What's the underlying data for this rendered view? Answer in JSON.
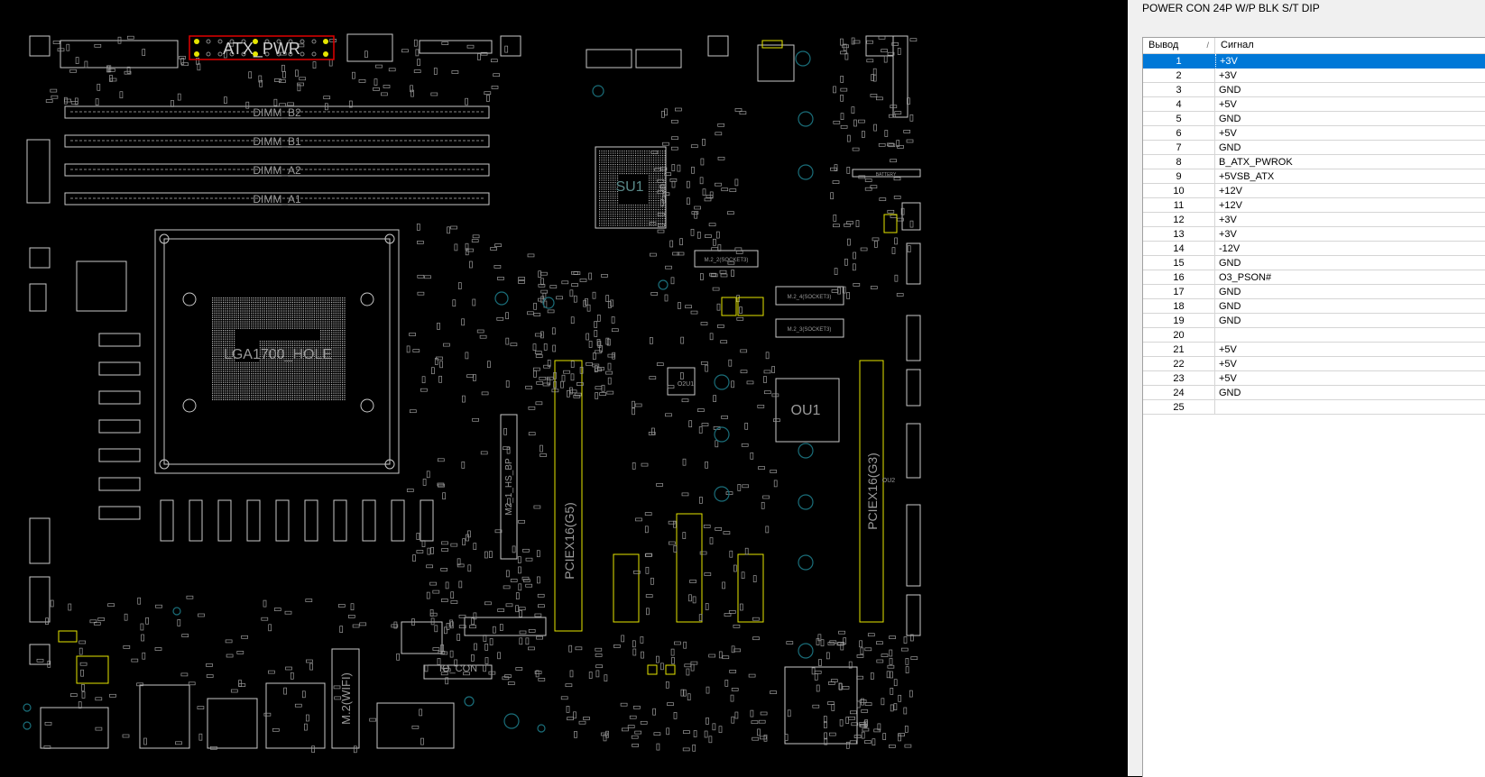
{
  "board": {
    "labels": {
      "atx_pwr": "ATX_PWR",
      "dimm_b2": "DIMM_B2",
      "dimm_b1": "DIMM_B1",
      "dimm_a2": "DIMM_A2",
      "dimm_a1": "DIMM_A1",
      "cpu_socket": "LGA1700_HOLE",
      "su1": "SU1",
      "ou1": "OU1",
      "pciex16_g5": "PCIEX16(G5)",
      "pciex16_g3": "PCIEX16(G3)",
      "m2_hs_bp": "M2_1_HS_BP",
      "m2_wifi": "M.2(WIFI)",
      "io_con": "IO_CON",
      "m2_2_socket": "M.2_2(SOCKET3)",
      "m2_4_socket": "M.2_4(SOCKET3)",
      "m2_3_socket": "M.2_3(SOCKET3)",
      "battery": "BATTERY",
      "ou2": "OU2",
      "o2u1": "O2U1"
    },
    "colors": {
      "outline": "#c8c8c8",
      "highlight": "#e00000",
      "yellow": "#e6e600",
      "via": "#1a6e7a"
    }
  },
  "panel": {
    "title": "POWER CON 24P W/P BLK S/T DIP",
    "columns": {
      "pin": "Вывод",
      "signal": "Сигнал"
    },
    "selected_pin": "1",
    "rows": [
      {
        "pin": "1",
        "signal": "+3V"
      },
      {
        "pin": "2",
        "signal": "+3V"
      },
      {
        "pin": "3",
        "signal": "GND"
      },
      {
        "pin": "4",
        "signal": "+5V"
      },
      {
        "pin": "5",
        "signal": "GND"
      },
      {
        "pin": "6",
        "signal": "+5V"
      },
      {
        "pin": "7",
        "signal": "GND"
      },
      {
        "pin": "8",
        "signal": "B_ATX_PWROK"
      },
      {
        "pin": "9",
        "signal": "+5VSB_ATX"
      },
      {
        "pin": "10",
        "signal": "+12V"
      },
      {
        "pin": "11",
        "signal": "+12V"
      },
      {
        "pin": "12",
        "signal": "+3V"
      },
      {
        "pin": "13",
        "signal": "+3V"
      },
      {
        "pin": "14",
        "signal": "-12V"
      },
      {
        "pin": "15",
        "signal": "GND"
      },
      {
        "pin": "16",
        "signal": "O3_PSON#"
      },
      {
        "pin": "17",
        "signal": "GND"
      },
      {
        "pin": "18",
        "signal": "GND"
      },
      {
        "pin": "19",
        "signal": "GND"
      },
      {
        "pin": "20",
        "signal": ""
      },
      {
        "pin": "21",
        "signal": "+5V"
      },
      {
        "pin": "22",
        "signal": "+5V"
      },
      {
        "pin": "23",
        "signal": "+5V"
      },
      {
        "pin": "24",
        "signal": "GND"
      },
      {
        "pin": "25",
        "signal": ""
      }
    ]
  }
}
